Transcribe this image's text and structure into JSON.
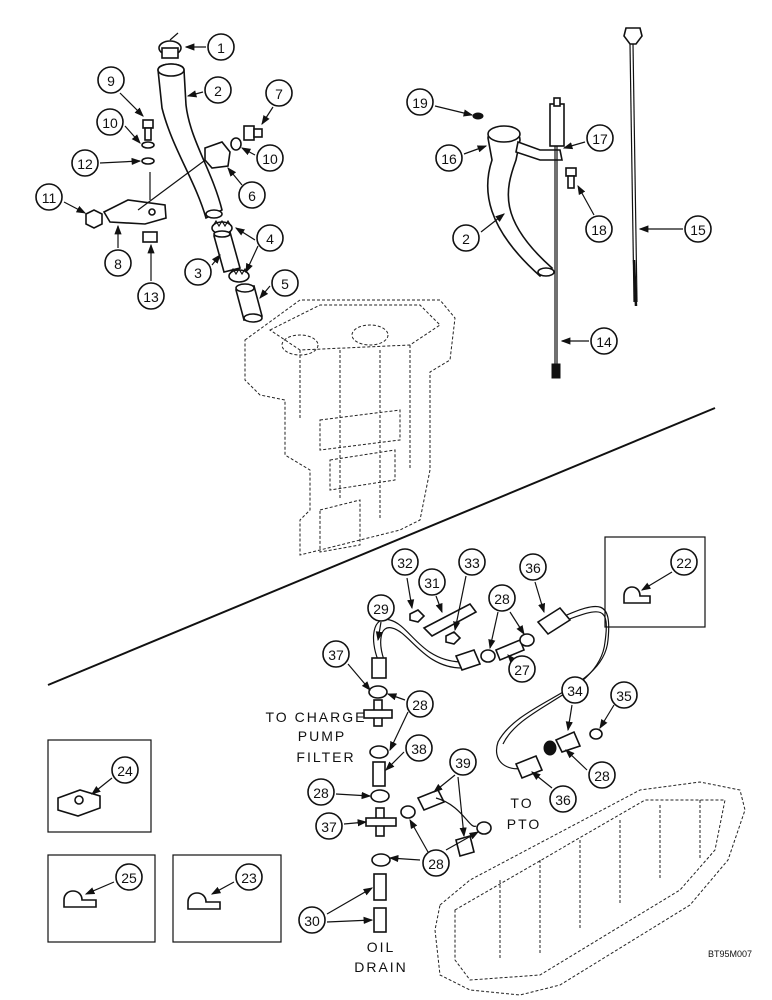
{
  "labels": {
    "to_charge": "TO CHARGE",
    "pump": "PUMP",
    "filter": "FILTER",
    "to": "TO",
    "pto": "PTO",
    "oil": "OIL",
    "drain": "DRAIN"
  },
  "figure_code": "BT95M007",
  "callouts": [
    {
      "id": "c1",
      "number": "1"
    },
    {
      "id": "c2a",
      "number": "2"
    },
    {
      "id": "c3",
      "number": "3"
    },
    {
      "id": "c4",
      "number": "4"
    },
    {
      "id": "c5",
      "number": "5"
    },
    {
      "id": "c6",
      "number": "6"
    },
    {
      "id": "c7",
      "number": "7"
    },
    {
      "id": "c8",
      "number": "8"
    },
    {
      "id": "c9",
      "number": "9"
    },
    {
      "id": "c10a",
      "number": "10"
    },
    {
      "id": "c10b",
      "number": "10"
    },
    {
      "id": "c11",
      "number": "11"
    },
    {
      "id": "c12",
      "number": "12"
    },
    {
      "id": "c13",
      "number": "13"
    },
    {
      "id": "c14",
      "number": "14"
    },
    {
      "id": "c15",
      "number": "15"
    },
    {
      "id": "c16",
      "number": "16"
    },
    {
      "id": "c17",
      "number": "17"
    },
    {
      "id": "c18",
      "number": "18"
    },
    {
      "id": "c19",
      "number": "19"
    },
    {
      "id": "c2b",
      "number": "2"
    },
    {
      "id": "c22",
      "number": "22"
    },
    {
      "id": "c23",
      "number": "23"
    },
    {
      "id": "c24",
      "number": "24"
    },
    {
      "id": "c25",
      "number": "25"
    },
    {
      "id": "c27",
      "number": "27"
    },
    {
      "id": "c28a",
      "number": "28"
    },
    {
      "id": "c28b",
      "number": "28"
    },
    {
      "id": "c28c",
      "number": "28"
    },
    {
      "id": "c28d",
      "number": "28"
    },
    {
      "id": "c28e",
      "number": "28"
    },
    {
      "id": "c29",
      "number": "29"
    },
    {
      "id": "c30",
      "number": "30"
    },
    {
      "id": "c31",
      "number": "31"
    },
    {
      "id": "c32",
      "number": "32"
    },
    {
      "id": "c33",
      "number": "33"
    },
    {
      "id": "c34",
      "number": "34"
    },
    {
      "id": "c35",
      "number": "35"
    },
    {
      "id": "c36a",
      "number": "36"
    },
    {
      "id": "c36b",
      "number": "36"
    },
    {
      "id": "c37a",
      "number": "37"
    },
    {
      "id": "c37b",
      "number": "37"
    },
    {
      "id": "c38",
      "number": "38"
    },
    {
      "id": "c39",
      "number": "39"
    }
  ]
}
